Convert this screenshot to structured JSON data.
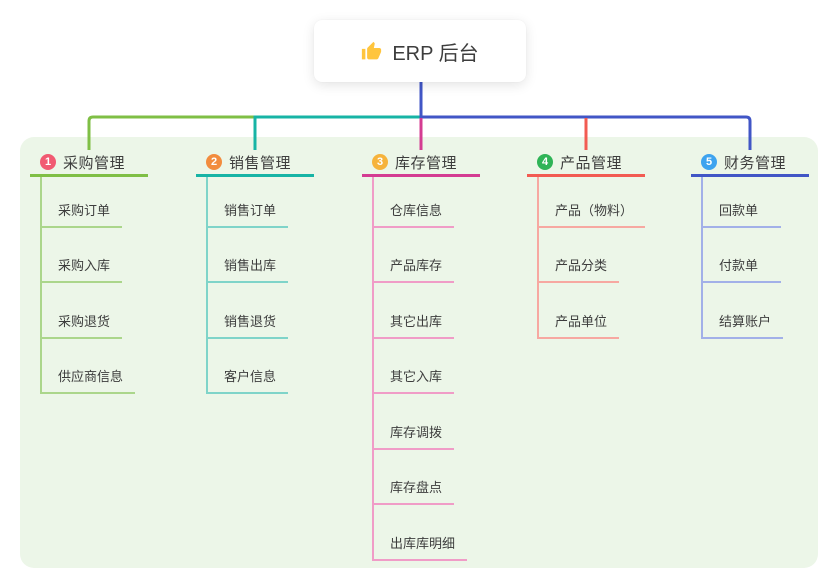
{
  "root": {
    "title": "ERP 后台",
    "icon": "thumbs-up-icon",
    "icon_color": "#FFC53D"
  },
  "canvas": {
    "background": "#ffffff",
    "panel_background": "#ECF6E8",
    "text_color": "#3d3d3d"
  },
  "branches": [
    {
      "number": "1",
      "title": "采购管理",
      "badge_color": "#F15A72",
      "line_color": "#7FBF45",
      "child_line_color": "#ABD68B",
      "children": [
        "采购订单",
        "采购入库",
        "采购退货",
        "供应商信息"
      ]
    },
    {
      "number": "2",
      "title": "销售管理",
      "badge_color": "#F28C3E",
      "line_color": "#17B4A5",
      "child_line_color": "#7FD4C9",
      "children": [
        "销售订单",
        "销售出库",
        "销售退货",
        "客户信息"
      ]
    },
    {
      "number": "3",
      "title": "库存管理",
      "badge_color": "#F6B33C",
      "line_color": "#D43C92",
      "child_line_color": "#F09CC7",
      "children": [
        "仓库信息",
        "产品库存",
        "其它出库",
        "其它入库",
        "库存调拨",
        "库存盘点",
        "出库库明细"
      ]
    },
    {
      "number": "4",
      "title": "产品管理",
      "badge_color": "#2FB457",
      "line_color": "#F25B52",
      "child_line_color": "#F7A8A1",
      "children": [
        "产品（物料）",
        "产品分类",
        "产品单位"
      ]
    },
    {
      "number": "5",
      "title": "财务管理",
      "badge_color": "#3DA3EF",
      "line_color": "#4156C6",
      "child_line_color": "#A2B0E8",
      "children": [
        "回款单",
        "付款单",
        "结算账户"
      ]
    }
  ]
}
